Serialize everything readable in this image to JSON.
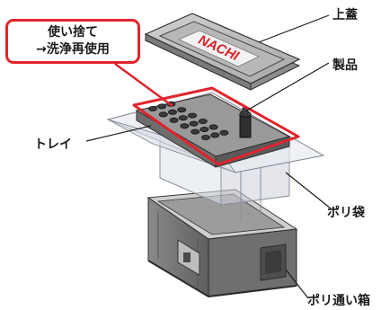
{
  "callout": {
    "line1": "使い捨て",
    "line2": "→洗浄再使用",
    "color": "#e1242c"
  },
  "labels": {
    "lid": "上蓋",
    "product": "製品",
    "tray": "トレイ",
    "poly_bag": "ポリ袋",
    "poly_box": "ポリ通い箱"
  },
  "lid_logo": "NACHI"
}
